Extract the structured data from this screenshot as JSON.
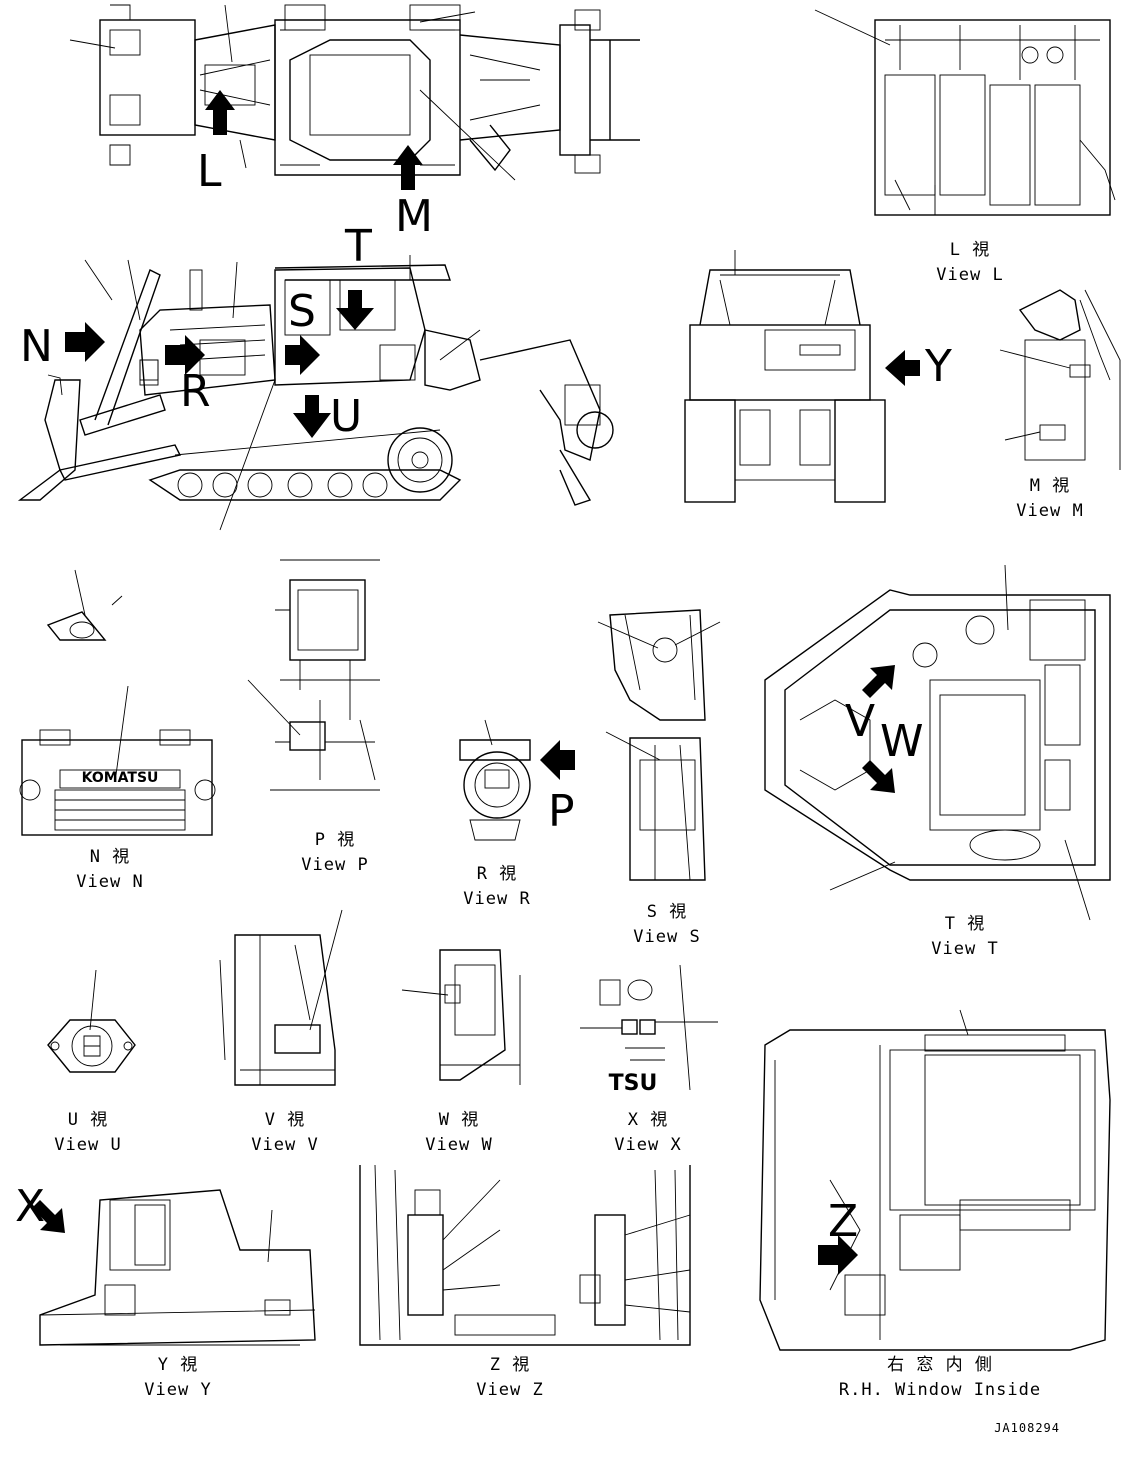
{
  "drawing": {
    "doc_id": "JA108294",
    "brand_plate": "KOMATSU",
    "brand_fragment": "TSU"
  },
  "view_letters": [
    "L",
    "M",
    "T",
    "N",
    "S",
    "R",
    "U",
    "Y",
    "P",
    "V",
    "W",
    "X",
    "Z"
  ],
  "views": [
    {
      "id": "L",
      "jp": "L 視",
      "en": "View L"
    },
    {
      "id": "M",
      "jp": "M 視",
      "en": "View M"
    },
    {
      "id": "N",
      "jp": "N 視",
      "en": "View N"
    },
    {
      "id": "P",
      "jp": "P 視",
      "en": "View P"
    },
    {
      "id": "R",
      "jp": "R 視",
      "en": "View R"
    },
    {
      "id": "S",
      "jp": "S 視",
      "en": "View S"
    },
    {
      "id": "T",
      "jp": "T 視",
      "en": "View T"
    },
    {
      "id": "U",
      "jp": "U 視",
      "en": "View U"
    },
    {
      "id": "V",
      "jp": "V 視",
      "en": "View V"
    },
    {
      "id": "W",
      "jp": "W 視",
      "en": "View W"
    },
    {
      "id": "X",
      "jp": "X 視",
      "en": "View X"
    },
    {
      "id": "Y",
      "jp": "Y 視",
      "en": "View Y"
    },
    {
      "id": "Z",
      "jp": "Z 視",
      "en": "View Z"
    },
    {
      "id": "RH",
      "jp": "右 窓 内 側",
      "en": "R.H. Window Inside"
    }
  ]
}
